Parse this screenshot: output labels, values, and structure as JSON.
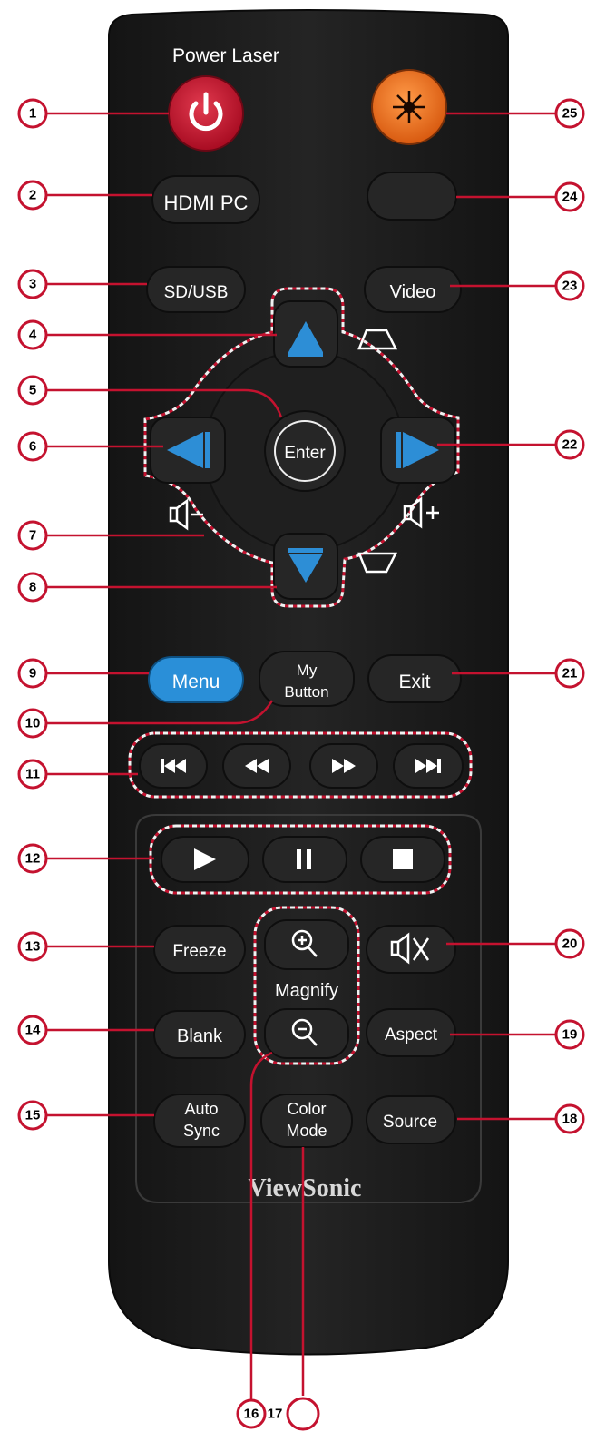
{
  "header": {
    "power_laser": "Power Laser"
  },
  "brand": "ViewSonic",
  "buttons": {
    "hdmi_pc": "HDMI PC",
    "sd_usb": "SD/USB",
    "video": "Video",
    "enter": "Enter",
    "menu": "Menu",
    "my_button_1": "My",
    "my_button_2": "Button",
    "exit": "Exit",
    "freeze": "Freeze",
    "magnify": "Magnify",
    "blank": "Blank",
    "aspect": "Aspect",
    "auto_sync_1": "Auto",
    "auto_sync_2": "Sync",
    "color_mode_1": "Color",
    "color_mode_2": "Mode",
    "source": "Source"
  },
  "callouts": [
    "1",
    "2",
    "3",
    "4",
    "5",
    "6",
    "7",
    "8",
    "9",
    "10",
    "11",
    "12",
    "13",
    "14",
    "15",
    "16",
    "17",
    "18",
    "19",
    "20",
    "21",
    "22",
    "23",
    "24",
    "25"
  ],
  "colors": {
    "body": "#1c1c1c",
    "button": "#262626",
    "power": "#c8102e",
    "laser": "#f07020",
    "menu": "#2a8fd8",
    "arrow": "#2d8ed6",
    "callout_line": "#c4122f"
  },
  "icons": [
    "power-icon",
    "laser-icon",
    "arrow-up-icon",
    "arrow-down-icon",
    "arrow-left-icon",
    "arrow-right-icon",
    "keystone-up-icon",
    "keystone-down-icon",
    "volume-down-icon",
    "volume-up-icon",
    "skip-back-icon",
    "rewind-icon",
    "fast-forward-icon",
    "skip-forward-icon",
    "play-icon",
    "pause-icon",
    "stop-icon",
    "zoom-in-icon",
    "zoom-out-icon",
    "mute-icon"
  ]
}
